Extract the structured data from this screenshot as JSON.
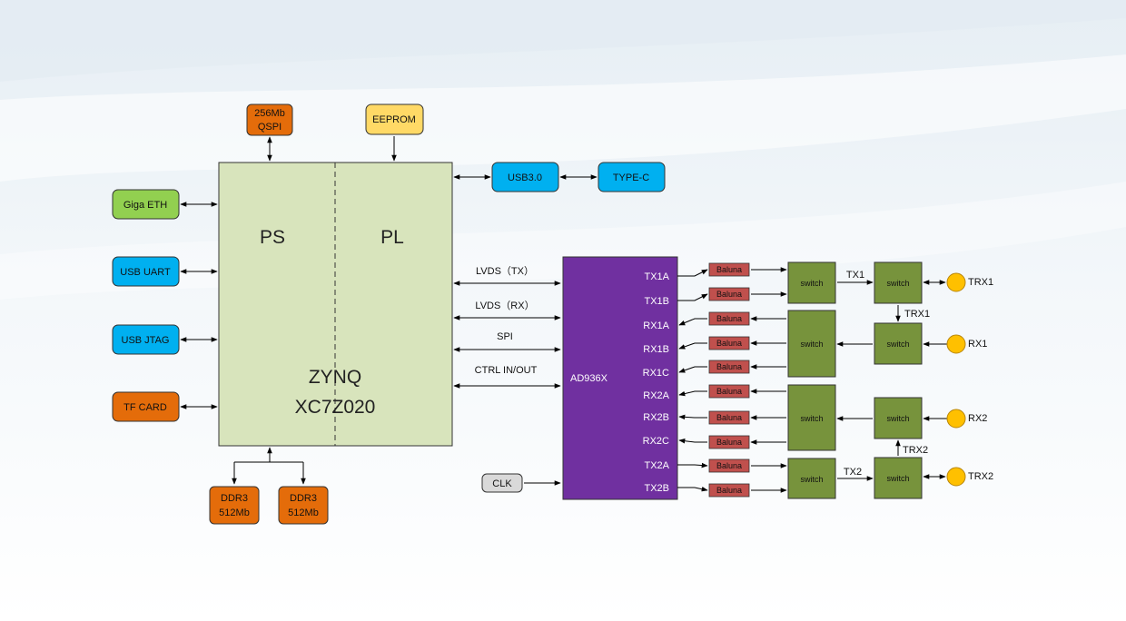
{
  "zynq": {
    "ps_label": "PS",
    "pl_label": "PL",
    "name_line1": "ZYNQ",
    "name_line2": "XC7Z020"
  },
  "peripherals": {
    "qspi_line1": "256Mb",
    "qspi_line2": "QSPI",
    "eeprom": "EEPROM",
    "usb3": "USB3.0",
    "typec": "TYPE-C",
    "giga_eth": "Giga ETH",
    "usb_uart": "USB UART",
    "usb_jtag": "USB JTAG",
    "tf_card": "TF CARD",
    "ddr3_line1": "DDR3",
    "ddr3_line2": "512Mb",
    "clk": "CLK"
  },
  "buses": {
    "lvds_tx": "LVDS（TX）",
    "lvds_rx": "LVDS（RX）",
    "spi": "SPI",
    "ctrl": "CTRL IN/OUT"
  },
  "ad936x": {
    "name": "AD936X",
    "ports": [
      "TX1A",
      "TX1B",
      "RX1A",
      "RX1B",
      "RX1C",
      "RX2A",
      "RX2B",
      "RX2C",
      "TX2A",
      "TX2B"
    ]
  },
  "rf": {
    "balun_label": "Baluna",
    "switch_label": "switch",
    "tx1": "TX1",
    "tx2": "TX2",
    "trx1_link": "TRX1",
    "trx2_link": "TRX2",
    "antennas": [
      "TRX1",
      "RX1",
      "RX2",
      "TRX2"
    ]
  },
  "colors": {
    "zynq_fill": "#d8e4bc",
    "orange": "#e46c0a",
    "yellow": "#ffd966",
    "blue": "#00b0f0",
    "green": "#92d050",
    "purple": "#7030a0",
    "balun": "#c0504d",
    "switch": "#77933c",
    "antenna": "#ffc000",
    "clk": "#d9d9d9"
  }
}
